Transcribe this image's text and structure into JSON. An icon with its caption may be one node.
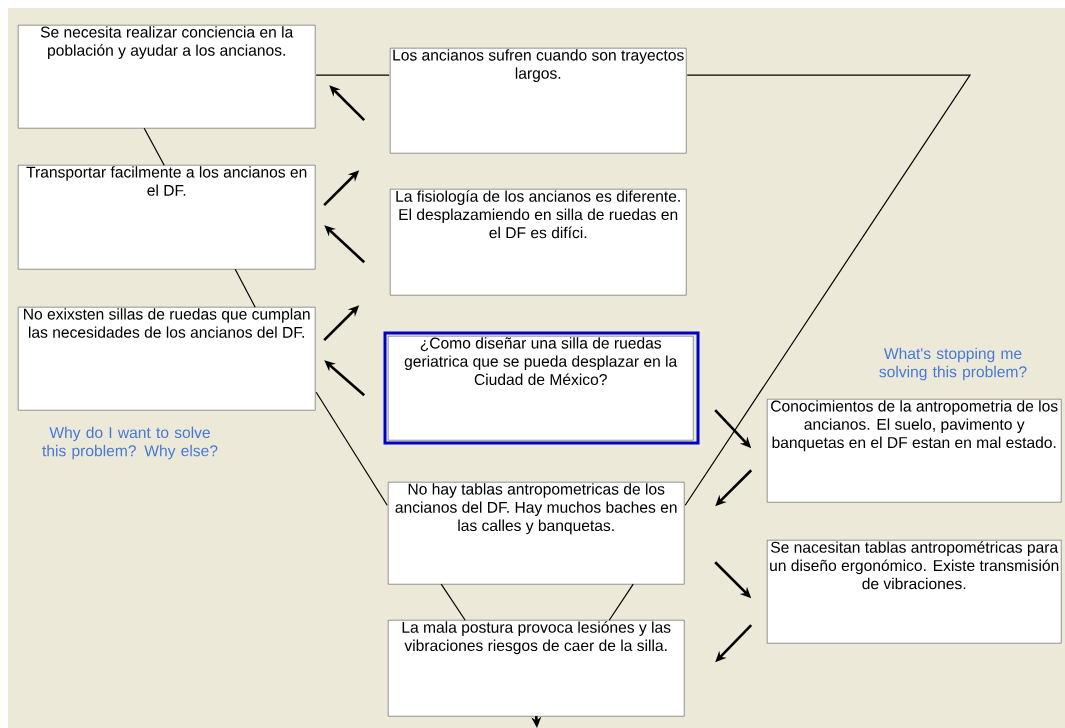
{
  "diagram": {
    "nodes": [
      {
        "text": [
          "Se necesita realizar conciencia en la población y ayudar a los ancianos."
        ]
      },
      {
        "text": [
          "Los ancianos sufren cuando son trayectos largos."
        ]
      },
      {
        "text": [
          "Transportar facilmente a los ancianos en el DF."
        ]
      },
      {
        "text": [
          "La fisiología de los ancianos es diferente. El desplazamiendo en silla de ruedas en el DF es difíci."
        ]
      },
      {
        "text": [
          "No exixsten sillas de ruedas que cumplan las necesidades de los ancianos del DF."
        ]
      },
      {
        "text": [
          "¿Como diseñar una silla de ruedas geriatrica que se pueda desplazar en la Ciudad de México?"
        ]
      },
      {
        "text": [
          "Conocimientos de la antropometria de los ancianos. El suelo, pavimento y banquetas en el DF estan en mal estado."
        ]
      },
      {
        "text": [
          "No hay tablas antropometricas de los ancianos del DF. Hay muchos baches en las calles y banquetas."
        ]
      },
      {
        "text": [
          "Se nacesitan tablas antropométricas para un diseño ergonómico. Existe transmisión de vibraciones."
        ]
      },
      {
        "text": [
          "La mala postura provoca lesiónes y las vibraciones riesgos de caer de la silla."
        ]
      }
    ],
    "edges": [
      {
        "from": 5,
        "to": 4,
        "arrow": "to"
      },
      {
        "from": 4,
        "to": 3,
        "arrow": "to"
      },
      {
        "from": 3,
        "to": 2,
        "arrow": "to"
      },
      {
        "from": 2,
        "to": 1,
        "arrow": "to"
      },
      {
        "from": 1,
        "to": 0,
        "arrow": "to"
      },
      {
        "from": 5,
        "to": 6,
        "arrow": "to"
      },
      {
        "from": 6,
        "to": 7,
        "arrow": "to"
      },
      {
        "from": 7,
        "to": 8,
        "arrow": "to"
      },
      {
        "from": 8,
        "to": 9,
        "arrow": "to"
      },
      {
        "from": 0,
        "to": 1,
        "arrow": "none"
      },
      {
        "from": 1,
        "to": 7,
        "arrow": "none"
      },
      {
        "from": 0,
        "to": 2,
        "arrow": "none"
      },
      {
        "from": 2,
        "to": 4,
        "arrow": "none"
      },
      {
        "from": 4,
        "to": 7,
        "arrow": "none"
      },
      {
        "from": 7,
        "to": 9,
        "arrow": "none"
      },
      {
        "from": 7,
        "to": 9,
        "arrow": "none"
      },
      {
        "from": 9,
        "to": null,
        "arrow": "to"
      }
    ],
    "labels": [
      "Why do I want to solve this problem? Why else?",
      "What's stopping me solving this problem?"
    ]
  }
}
